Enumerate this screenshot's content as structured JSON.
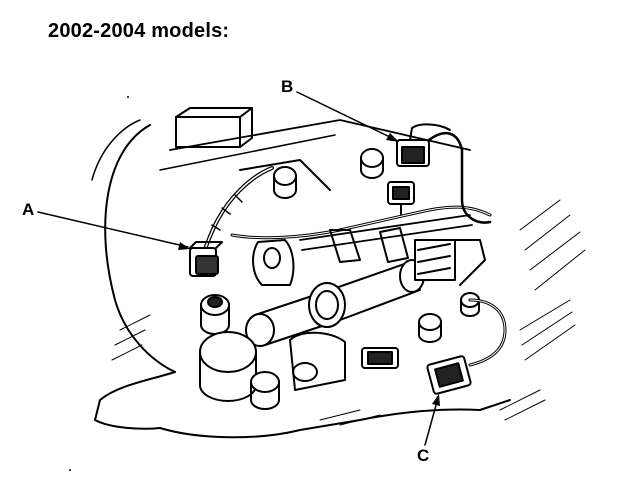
{
  "title": "2002-2004 models:",
  "labels": {
    "a": "A",
    "b": "B",
    "c": "C"
  }
}
